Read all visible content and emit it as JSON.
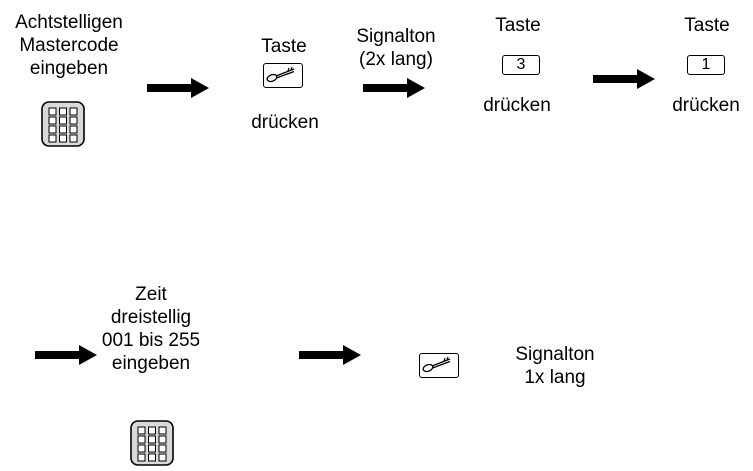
{
  "steps": {
    "enter_master_code": {
      "lines": [
        "Achtstelligen",
        "Mastercode",
        "eingeben"
      ]
    },
    "press_key": {
      "top": "Taste",
      "bottom": "drücken"
    },
    "signal_2x": {
      "lines": [
        "Signalton",
        "(2x lang)"
      ]
    },
    "press_3": {
      "top": "Taste",
      "key": "3",
      "bottom": "drücken"
    },
    "press_1": {
      "top": "Taste",
      "key": "1",
      "bottom": "drücken"
    },
    "enter_time": {
      "lines": [
        "Zeit",
        "dreistellig",
        "001 bis 255",
        "eingeben"
      ]
    },
    "signal_1x": {
      "lines": [
        "Signalton",
        "1x lang"
      ]
    }
  },
  "icons": {
    "keypad": "keypad-icon",
    "key": "key-icon",
    "arrow": "right-arrow-icon"
  },
  "colors": {
    "stroke": "#000000",
    "background": "#ffffff"
  }
}
